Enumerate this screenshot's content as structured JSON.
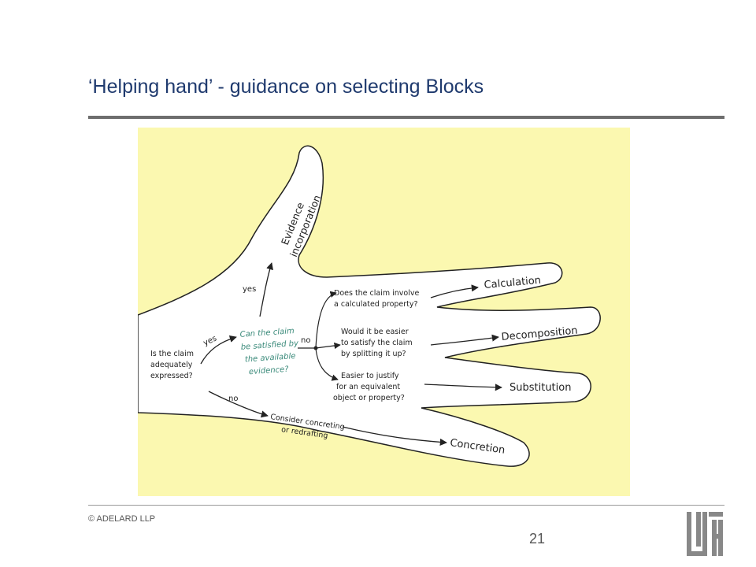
{
  "slide": {
    "title": "‘Helping hand’ - guidance on selecting Blocks",
    "footer": "© ADELARD LLP",
    "page_number": "21"
  },
  "diagram": {
    "background_color": "#fbf8b0",
    "start_question": [
      "Is the claim",
      "adequately",
      "expressed?"
    ],
    "yes_label_1": "yes",
    "no_label_1": "no",
    "central_question": [
      "Can the claim",
      "be satisfied by",
      "the available",
      "evidence?"
    ],
    "yes_label_2": "yes",
    "no_label_2": "no",
    "evidence_block": [
      "Evidence",
      "incorporation"
    ],
    "q_calculation": [
      "Does the claim involve",
      "a calculated property?"
    ],
    "q_decomposition": [
      "Would it be easier",
      "to satisfy the claim",
      "by splitting it up?"
    ],
    "q_substitution": [
      "Easier to justify",
      "for an equivalent",
      "object or property?"
    ],
    "q_concretion": [
      "Consider concreting",
      "or redrafting"
    ],
    "block_calculation": "Calculation",
    "block_decomposition": "Decomposition",
    "block_substitution": "Substitution",
    "block_concretion": "Concretion"
  }
}
